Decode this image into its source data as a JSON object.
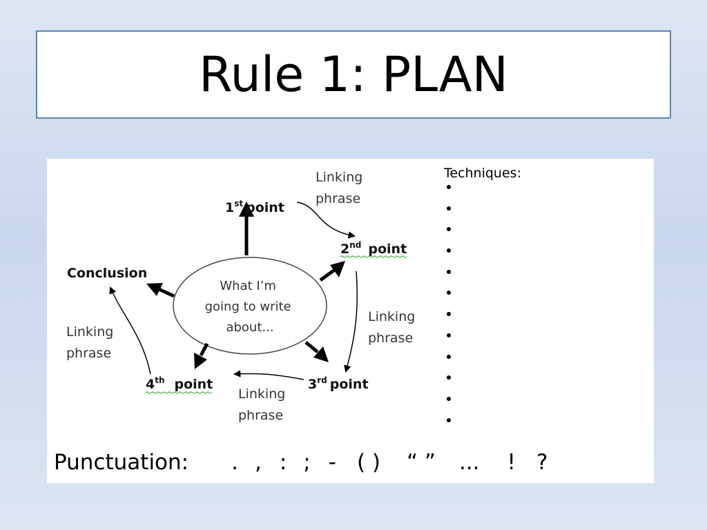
{
  "slide": {
    "title": "Rule 1: PLAN"
  },
  "diagram": {
    "center": [
      "What I’m",
      "going to write",
      "about..."
    ],
    "points": {
      "first": {
        "num": "1",
        "suffix": "st",
        "word": "point"
      },
      "second": {
        "num": "2",
        "suffix": "nd",
        "word": "point"
      },
      "third": {
        "num": "3",
        "suffix": "rd",
        "word": "point"
      },
      "fourth": {
        "num": "4",
        "suffix": "th",
        "word": "point"
      },
      "conclusion": "Conclusion"
    },
    "linking_phrase": [
      "Linking",
      "phrase"
    ]
  },
  "techniques": {
    "title": "Techniques:",
    "bullets": [
      "",
      "",
      "",
      "",
      "",
      "",
      "",
      "",
      "",
      "",
      "",
      ""
    ]
  },
  "punctuation": {
    "label": "Punctuation:",
    "marks": [
      ".",
      ",",
      ":",
      ";",
      "-",
      "( )",
      "“ ”",
      "...",
      "!",
      "?"
    ]
  },
  "colors": {
    "title_border": "#5b83b4",
    "spellcheck": "#3aa83a"
  }
}
